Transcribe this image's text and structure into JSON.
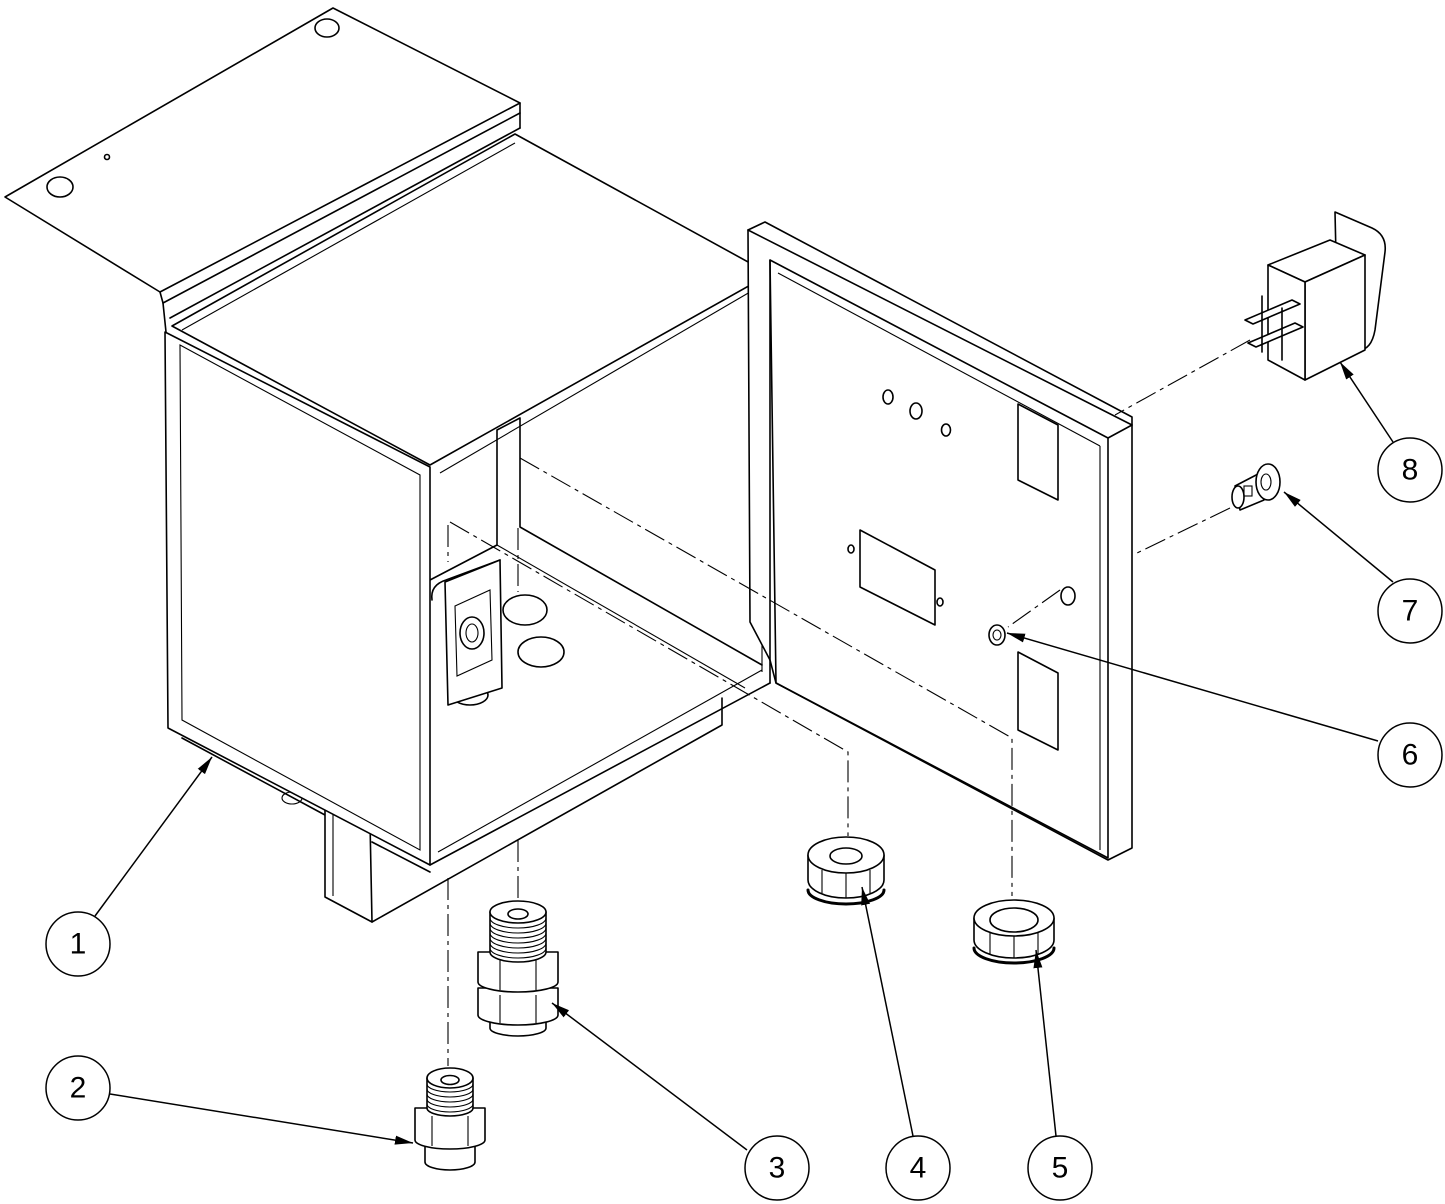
{
  "colors": {
    "line": "#000000",
    "background": "#ffffff"
  },
  "callouts": [
    "1",
    "2",
    "3",
    "4",
    "5",
    "6",
    "7",
    "8"
  ]
}
